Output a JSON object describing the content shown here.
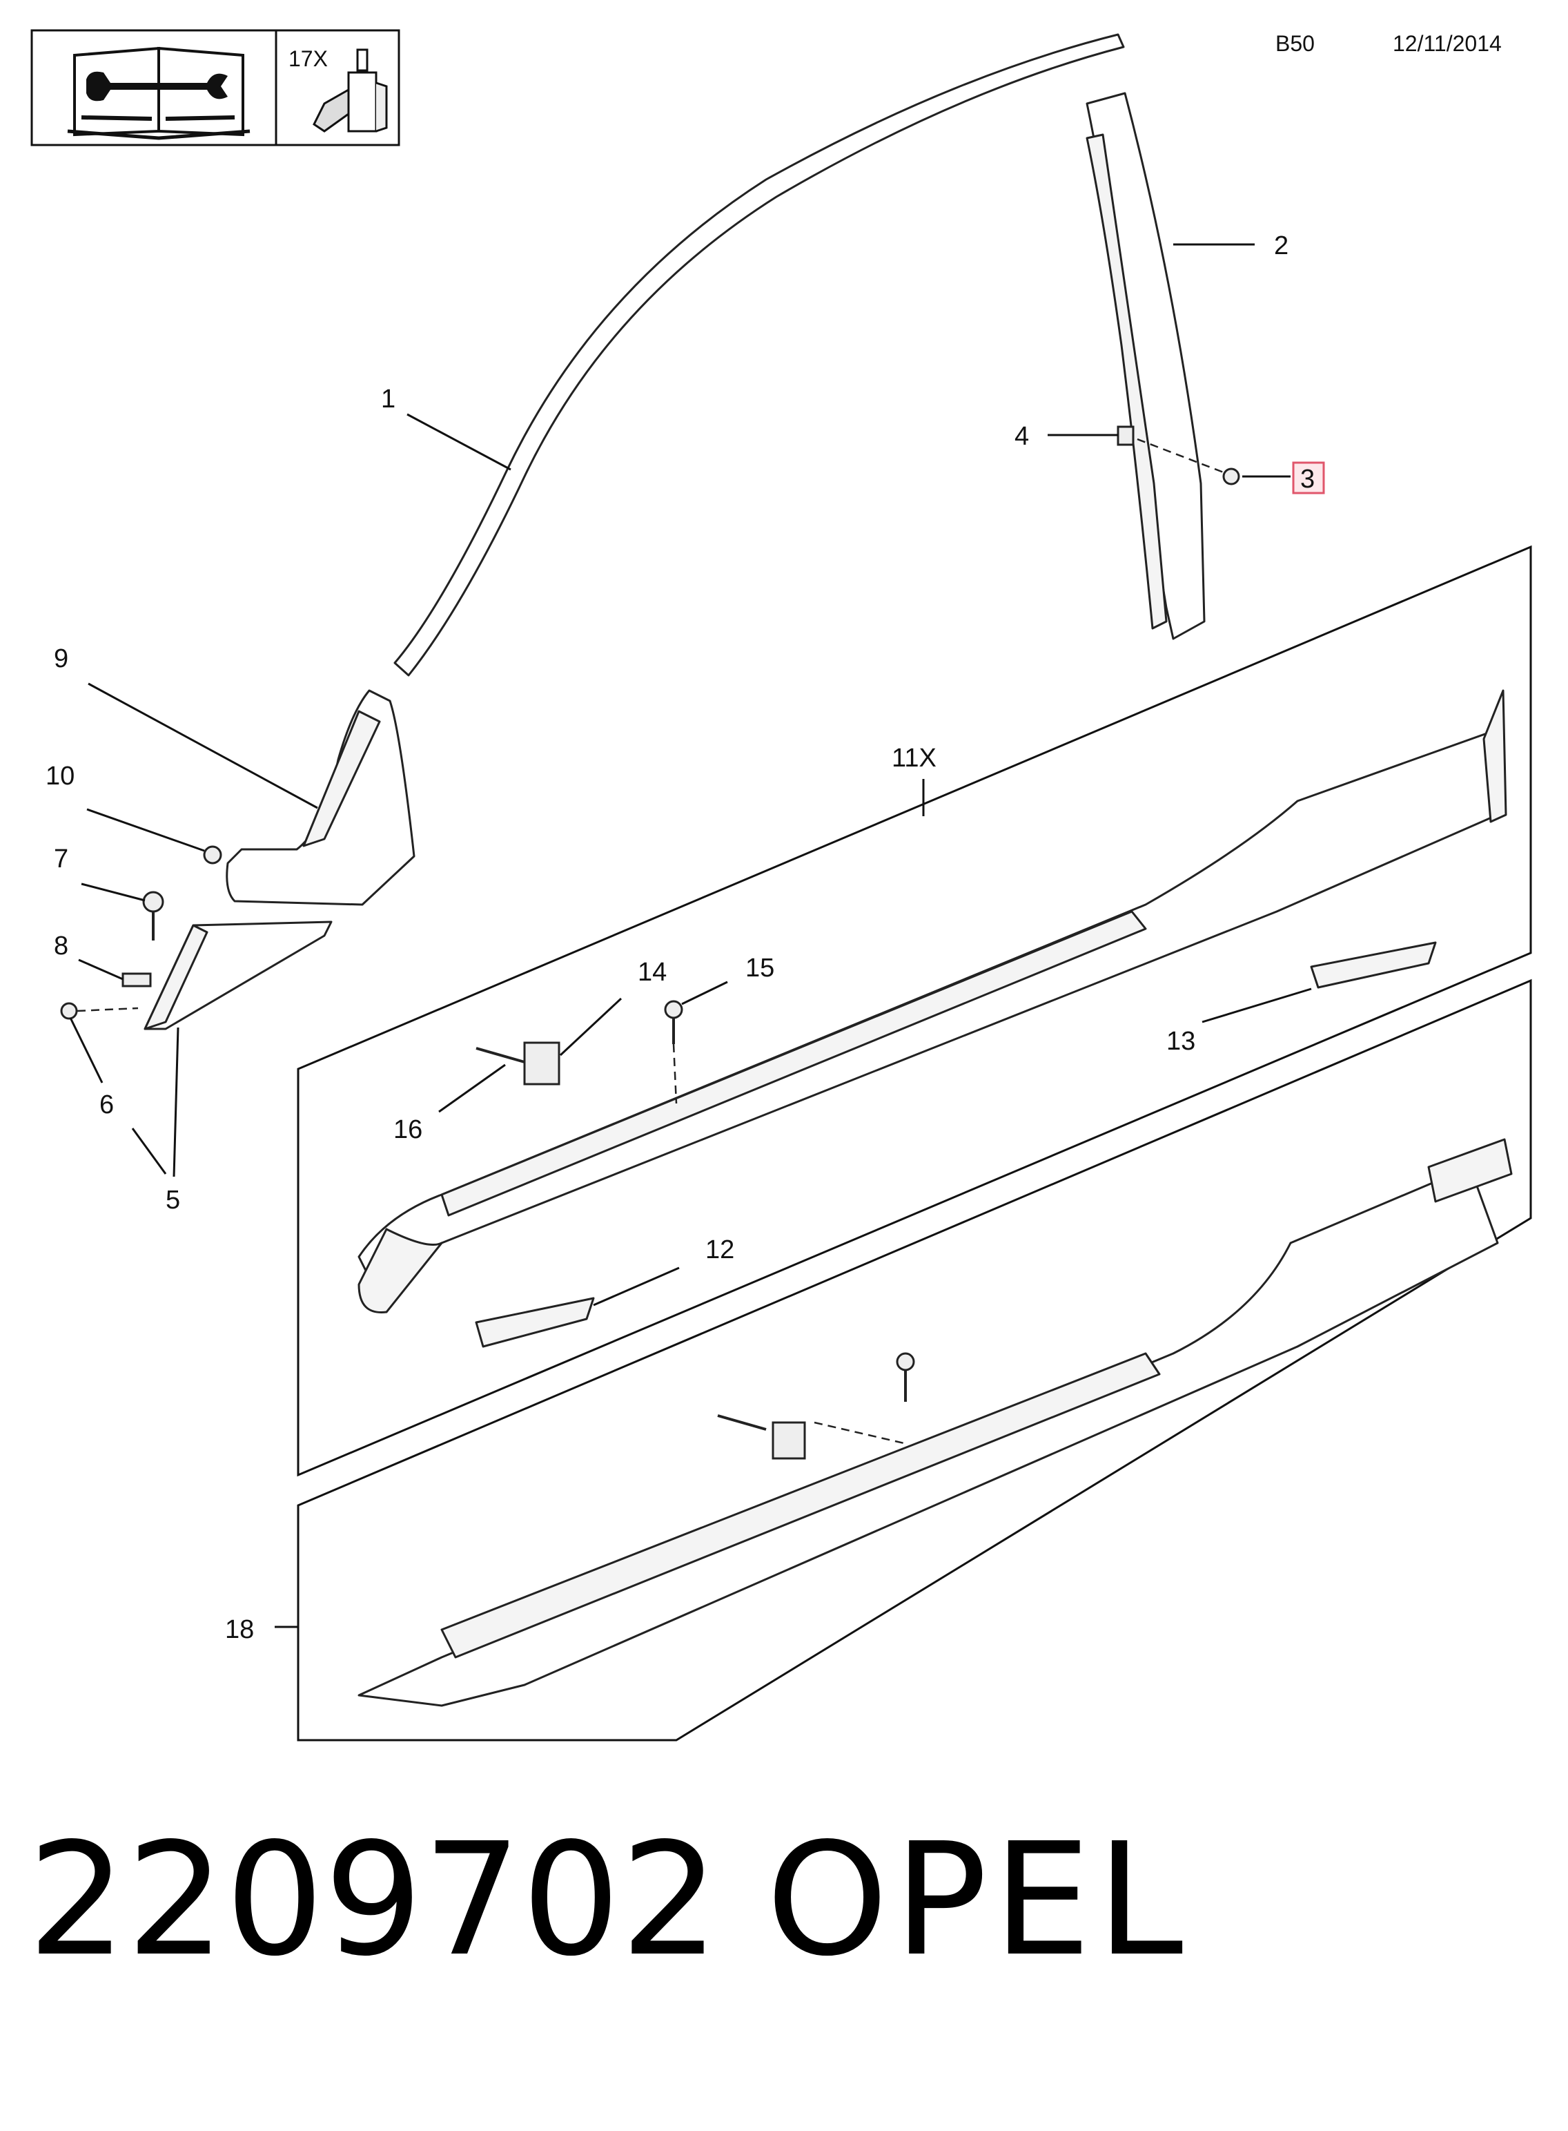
{
  "header": {
    "code": "B50",
    "date": "12/11/2014",
    "icon_box": {
      "quantity_label": "17X",
      "book_icon": "service-manual-wrench-icon",
      "adhesive_icon": "adhesive-bottle-icon"
    }
  },
  "callouts": {
    "c1": "1",
    "c2": "2",
    "c3": "3",
    "c4": "4",
    "c5": "5",
    "c6": "6",
    "c7": "7",
    "c8": "8",
    "c9": "9",
    "c10": "10",
    "c11": "11X",
    "c12": "12",
    "c13": "13",
    "c14": "14",
    "c15": "15",
    "c16": "16",
    "c18": "18"
  },
  "highlight_color": "#e0566b",
  "footer": {
    "part_number": "2209702",
    "brand": "OPEL"
  }
}
